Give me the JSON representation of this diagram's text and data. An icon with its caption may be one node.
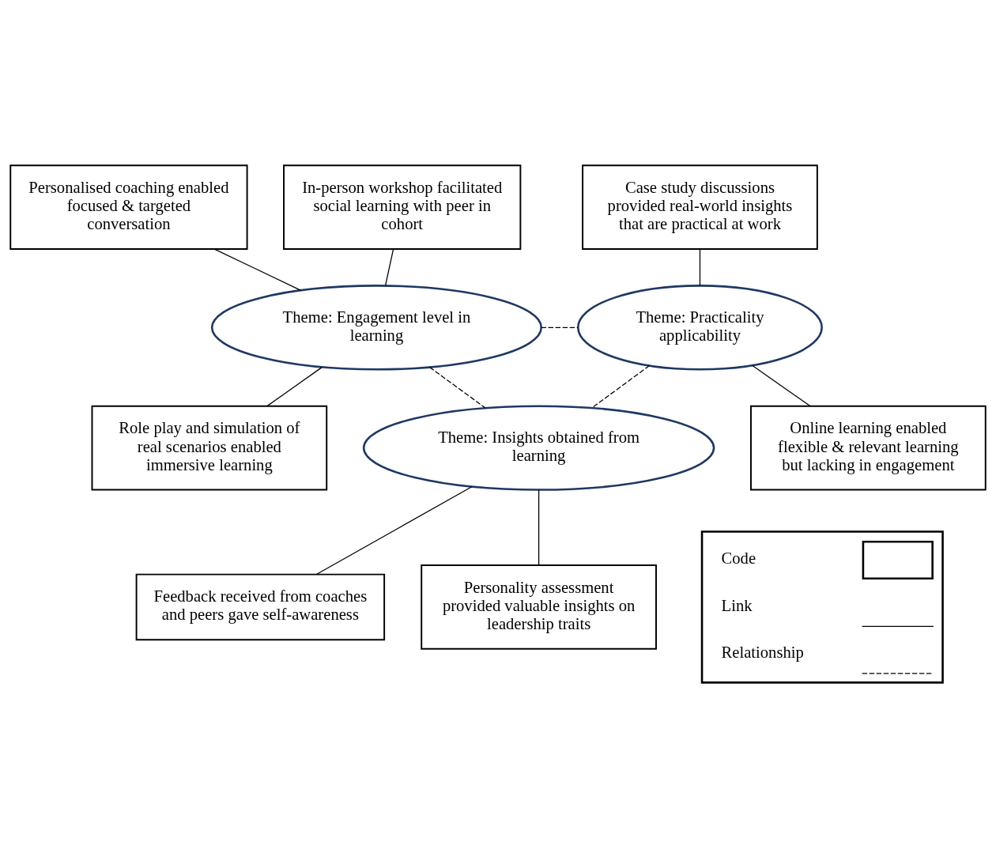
{
  "diagram": {
    "nodes": [
      {
        "text": [
          "Personalised coaching enabled focused & targeted conversation"
        ]
      },
      {
        "text": [
          "In-person workshop facilitated social learning with peer in cohort"
        ]
      },
      {
        "text": [
          "Case study discussions provided real-world insights that are practical at work"
        ]
      },
      {
        "text": [
          "Theme: Engagement level in learning"
        ]
      },
      {
        "text": [
          "Theme: Practicality applicability"
        ]
      },
      {
        "text": [
          "Role play and simulation of real scenarios enabled immersive learning"
        ]
      },
      {
        "text": [
          "Online learning enabled flexible & relevant learning but lacking in engagement"
        ]
      },
      {
        "text": [
          "Theme: Insights obtained from learning"
        ]
      },
      {
        "text": [
          "Feedback received from coaches and peers gave self-awareness"
        ]
      },
      {
        "text": [
          "Personality assessment provided valuable insights on leadership traits"
        ]
      }
    ],
    "edges": [
      {
        "from": 0,
        "to": 3,
        "arrow": "none"
      },
      {
        "from": 1,
        "to": 3,
        "arrow": "none"
      },
      {
        "from": 2,
        "to": 4,
        "arrow": "none"
      },
      {
        "from": 3,
        "to": 4,
        "arrow": "none",
        "style": "dashed"
      },
      {
        "from": 5,
        "to": 3,
        "arrow": "none"
      },
      {
        "from": 4,
        "to": 6,
        "arrow": "none"
      },
      {
        "from": 3,
        "to": 7,
        "arrow": "none",
        "style": "dashed"
      },
      {
        "from": 4,
        "to": 7,
        "arrow": "none",
        "style": "dashed"
      },
      {
        "from": 7,
        "to": 8,
        "arrow": "none"
      },
      {
        "from": 7,
        "to": 9,
        "arrow": "none"
      }
    ],
    "legend": [
      {
        "text": "Code"
      },
      {
        "text": "Link"
      },
      {
        "text": "Relationship"
      }
    ]
  }
}
